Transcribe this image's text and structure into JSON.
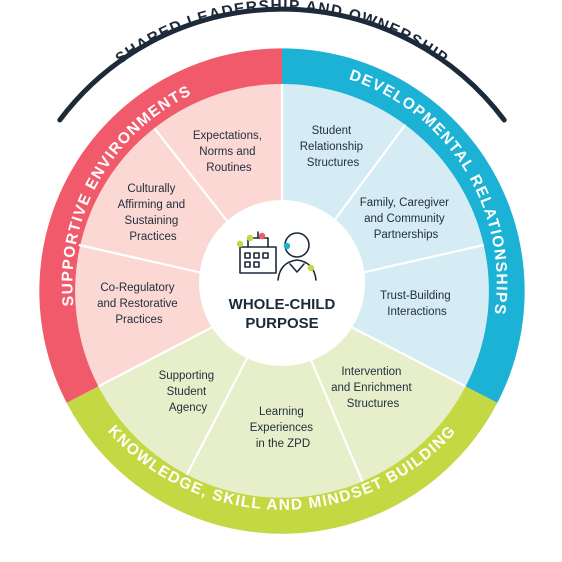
{
  "title": "SHARED LEADERSHIP AND OWNERSHIP",
  "center": {
    "line1": "WHOLE-CHILD",
    "line2": "PURPOSE",
    "icon": "school-and-child-icon"
  },
  "colors": {
    "red": "#f05a6a",
    "blue": "#1bb2d5",
    "green": "#c3d843",
    "pink_light": "#fbd8d3",
    "blue_light": "#d6ecf4",
    "green_light": "#e6efc9",
    "dark": "#1c2a3a"
  },
  "sectors": [
    {
      "label": "SUPPORTIVE ENVIRONMENTS",
      "color": "red",
      "items": [
        [
          "Expectations,",
          "Norms and",
          "Routines"
        ],
        [
          "Culturally",
          "Affirming and",
          "Sustaining",
          "Practices"
        ],
        [
          "Co-Regulatory",
          "and Restorative",
          "Practices"
        ]
      ]
    },
    {
      "label": "DEVELOPMENTAL RELATIONSHIPS",
      "color": "blue",
      "items": [
        [
          "Student",
          "Relationship",
          "Structures"
        ],
        [
          "Family, Caregiver",
          "and Community",
          "Partnerships"
        ],
        [
          "Trust-Building",
          "Interactions"
        ]
      ]
    },
    {
      "label": "KNOWLEDGE, SKILL AND MINDSET BUILDING",
      "color": "green",
      "items": [
        [
          "Intervention",
          "and Enrichment",
          "Structures"
        ],
        [
          "Learning",
          "Experiences",
          "in the ZPD"
        ],
        [
          "Supporting",
          "Student",
          "Agency"
        ]
      ]
    }
  ]
}
